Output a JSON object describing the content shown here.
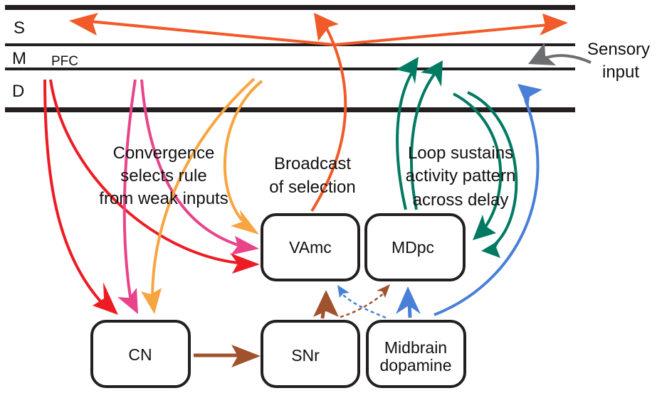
{
  "layers": {
    "S": "S",
    "M": "M",
    "D": "D"
  },
  "region_label": "PFC",
  "external_input": {
    "line1": "Sensory",
    "line2": "input"
  },
  "captions": {
    "convergence": [
      "Convergence",
      "selects rule",
      "from weak inputs"
    ],
    "broadcast": [
      "Broadcast",
      "of selection"
    ],
    "loop": [
      "Loop sustains",
      "activity pattern",
      "across delay"
    ]
  },
  "nodes": {
    "vamc": "VAmc",
    "mdpc": "MDpc",
    "cn": "CN",
    "snr": "SNr",
    "dopamine_line1": "Midbrain",
    "dopamine_line2": "dopamine"
  },
  "colors": {
    "layer_lines": "#231f20",
    "broadcast": "#f15a29",
    "pfc_red": "#ed1c24",
    "pfc_pink": "#e9448a",
    "pfc_orange": "#f7a541",
    "loop_green": "#007a62",
    "dopamine_blue": "#4a7fd8",
    "snr_brown": "#a0522d",
    "sensory_gray": "#6d6e70"
  },
  "connections": [
    {
      "from": "PFC",
      "to": "VAmc",
      "color": "pfc_red"
    },
    {
      "from": "PFC",
      "to": "CN",
      "color": "pfc_red"
    },
    {
      "from": "PFC",
      "to": "VAmc",
      "color": "pfc_pink"
    },
    {
      "from": "PFC",
      "to": "CN",
      "color": "pfc_pink"
    },
    {
      "from": "PFC",
      "to": "VAmc",
      "color": "pfc_orange"
    },
    {
      "from": "PFC",
      "to": "CN",
      "color": "pfc_orange"
    },
    {
      "from": "VAmc",
      "to": "PFC layer S (broadcast)",
      "color": "broadcast"
    },
    {
      "from": "MDpc",
      "to": "PFC layer M",
      "color": "loop_green"
    },
    {
      "from": "PFC layer D",
      "to": "MDpc",
      "color": "loop_green"
    },
    {
      "from": "CN",
      "to": "SNr",
      "color": "snr_brown"
    },
    {
      "from": "SNr",
      "to": "VAmc",
      "color": "snr_brown"
    },
    {
      "from": "SNr",
      "to": "MDpc",
      "color": "snr_brown",
      "style": "dashed"
    },
    {
      "from": "Midbrain dopamine",
      "to": "MDpc",
      "color": "dopamine_blue"
    },
    {
      "from": "Midbrain dopamine",
      "to": "VAmc",
      "color": "dopamine_blue",
      "style": "dashed"
    },
    {
      "from": "Midbrain dopamine",
      "to": "PFC layer D",
      "color": "dopamine_blue"
    },
    {
      "from": "Sensory input",
      "to": "PFC layer M",
      "color": "sensory_gray"
    }
  ]
}
